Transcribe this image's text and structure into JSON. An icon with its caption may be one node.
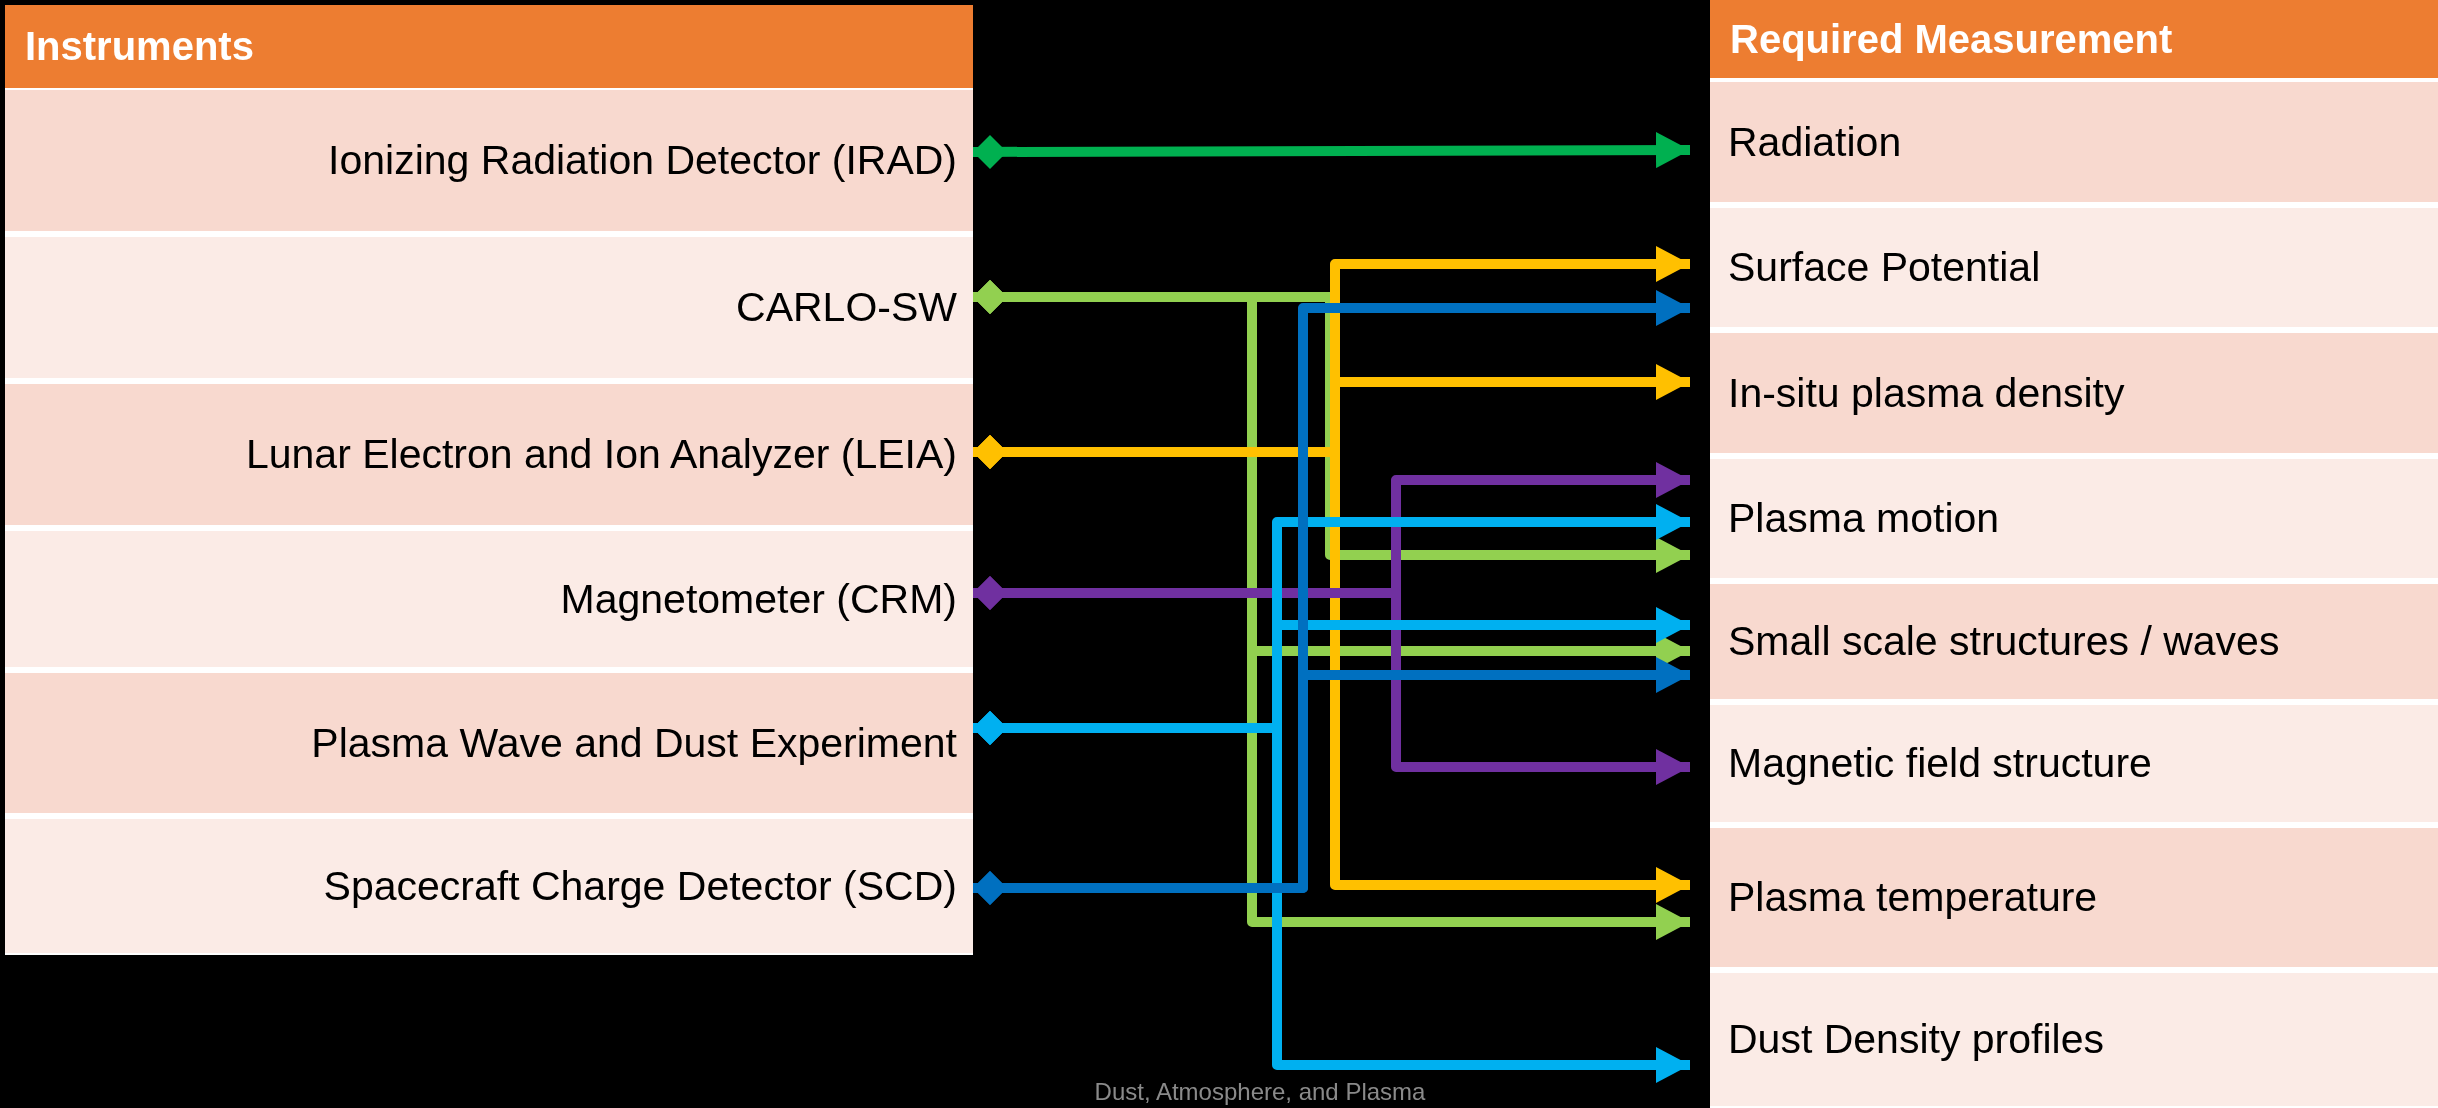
{
  "diagram": {
    "caption": "Dust, Atmosphere, and Plasma",
    "nodes": [
      {
        "text": [
          "Instruments"
        ]
      },
      {
        "text": [
          "Ionizing Radiation Detector (IRAD)"
        ],
        "in": 0
      },
      {
        "text": [
          "CARLO-SW"
        ],
        "in": 0
      },
      {
        "text": [
          "Lunar Electron and Ion Analyzer (LEIA)"
        ],
        "in": 0
      },
      {
        "text": [
          "Magnetometer (CRM)"
        ],
        "in": 0
      },
      {
        "text": [
          "Plasma Wave and Dust Experiment"
        ],
        "in": 0
      },
      {
        "text": [
          "Spacecraft Charge Detector (SCD)"
        ],
        "in": 0
      },
      {
        "text": [
          "Required Measurement"
        ]
      },
      {
        "text": [
          "Radiation"
        ],
        "in": 7
      },
      {
        "text": [
          "Surface Potential"
        ],
        "in": 7
      },
      {
        "text": [
          "In-situ plasma density"
        ],
        "in": 7
      },
      {
        "text": [
          "Plasma motion"
        ],
        "in": 7
      },
      {
        "text": [
          "Small scale structures / waves"
        ],
        "in": 7
      },
      {
        "text": [
          "Magnetic field structure"
        ],
        "in": 7
      },
      {
        "text": [
          "Plasma temperature"
        ],
        "in": 7
      },
      {
        "text": [
          "Dust Density profiles"
        ],
        "in": 7
      }
    ],
    "edges": [
      {
        "from": 1,
        "to": 8,
        "arrow": "to",
        "color": "#00b050"
      },
      {
        "from": 2,
        "to": 11,
        "arrow": "to",
        "color": "#92d050"
      },
      {
        "from": 2,
        "to": 12,
        "arrow": "to",
        "color": "#92d050"
      },
      {
        "from": 2,
        "to": 14,
        "arrow": "to",
        "color": "#92d050"
      },
      {
        "from": 3,
        "to": 9,
        "arrow": "to",
        "color": "#ffc000"
      },
      {
        "from": 3,
        "to": 10,
        "arrow": "to",
        "color": "#ffc000"
      },
      {
        "from": 3,
        "to": 14,
        "arrow": "to",
        "color": "#ffc000"
      },
      {
        "from": 4,
        "to": 11,
        "arrow": "to",
        "color": "#7030a0"
      },
      {
        "from": 4,
        "to": 13,
        "arrow": "to",
        "color": "#7030a0"
      },
      {
        "from": 5,
        "to": 11,
        "arrow": "to",
        "color": "#00b0f0"
      },
      {
        "from": 5,
        "to": 12,
        "arrow": "to",
        "color": "#00b0f0"
      },
      {
        "from": 5,
        "to": 15,
        "arrow": "to",
        "color": "#00b0f0"
      },
      {
        "from": 6,
        "to": 9,
        "arrow": "to",
        "color": "#0070c0"
      },
      {
        "from": 6,
        "to": 12,
        "arrow": "to",
        "color": "#0070c0"
      }
    ]
  }
}
